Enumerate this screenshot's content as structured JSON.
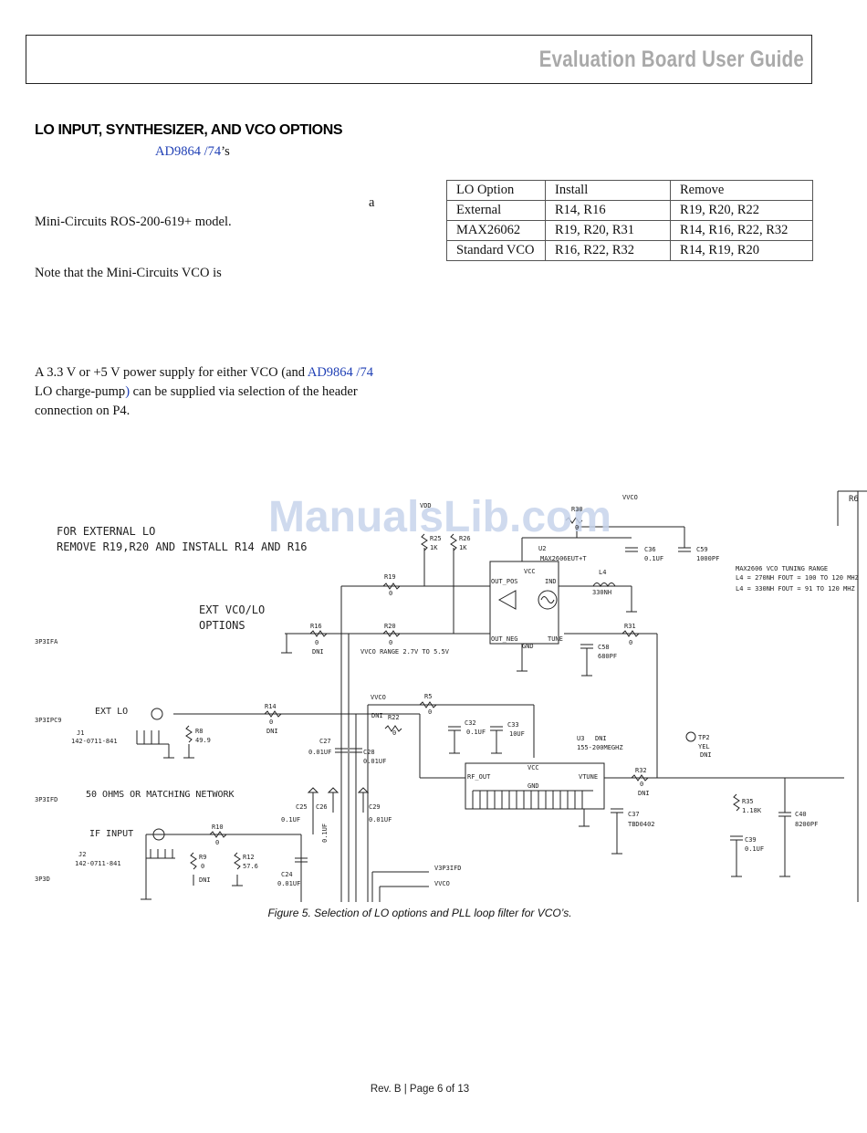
{
  "header": {
    "title": "Evaluation Board User Guide"
  },
  "section": {
    "heading": "LO INPUT, SYNTHESIZER, AND VCO OPTIONS",
    "line1_link": "AD9864 /74",
    "line1_suffix": "’s",
    "frag_a": "a",
    "line2": "Mini-Circuits ROS-200-619+ model.",
    "note": "Note that the Mini-Circuits VCO is",
    "para_p1": "A 3.3 V or +5 V power supply for either VCO (and ",
    "para_link": "AD9864 /74",
    "para_p2": "LO charge-pump",
    "para_paren": ")",
    "para_p3": " can be supplied via selection of the header",
    "para_p4": "connection on P4."
  },
  "table": {
    "headers": [
      "LO Option",
      "Install",
      "Remove"
    ],
    "rows": [
      [
        "External",
        "R14, R16",
        "R19, R20, R22"
      ],
      [
        "MAX26062",
        "R19, R20, R31",
        "R14, R16, R22, R32"
      ],
      [
        "Standard VCO",
        "R16, R22, R32",
        "R14, R19, R20"
      ]
    ]
  },
  "schematic": {
    "watermark": "ManualsLib.com",
    "note_ext_lo_1": "FOR EXTERNAL LO",
    "note_ext_lo_2": "REMOVE R19,R20 AND INSTALL R14 AND R16",
    "ext_vco_1": "EXT VCO/LO",
    "ext_vco_2": "OPTIONS",
    "ext_lo": "EXT LO",
    "fifty_ohms": "50 OHMS OR MATCHING NETWORK",
    "if_input": "IF INPUT",
    "j1": "J1",
    "j1_part": "142-0711-841",
    "j2": "J2",
    "j2_part": "142-0711-841",
    "u2": "U2",
    "u2_part": "MAX2606EUT+T",
    "u3": "U3",
    "u3_dni": "DNI",
    "u3_part": "155-200MEGHZ",
    "vcc": "VCC",
    "out_pos": "OUT_POS",
    "out_neg": "OUT_NEG",
    "ind": "IND",
    "tune": "TUNE",
    "gnd": "GND",
    "rf_out": "RF_OUT",
    "vtune": "VTUNE",
    "vvco": "VVCO",
    "vvco_range": "VVCO RANGE 2.7V TO 5.5V",
    "tuning_title": "MAX2606 VCO TUNING RANGE",
    "tuning_1": "L4 = 270NH  FOUT = 100 TO 120 MHZ",
    "tuning_2": "L4 = 330NH  FOUT = 91 TO 120 MHZ",
    "l4": "L4",
    "l4_val": "330NH",
    "tp2": "TP2",
    "tp2_val": "YEL",
    "tp2_dni": "DNI",
    "vdd": "VDD",
    "vvco_bottom": "VVCO",
    "net_3p3": "V3P3IFD",
    "left_nets": [
      "3P3IFA",
      "3P3IPC9",
      "3P3IFD",
      "3P3D"
    ],
    "right_tag": "R6",
    "components": {
      "r19": "R19",
      "r19v": "0",
      "r20": "R20",
      "r20v": "0",
      "r16": "R16",
      "r16v": "0",
      "r16d": "DNI",
      "r25": "R25",
      "r25v": "1K",
      "r26": "R26",
      "r26v": "1K",
      "r30": "R30",
      "r30v": "0",
      "r31": "R31",
      "r31v": "0",
      "r14": "R14",
      "r14v": "0",
      "r14d": "DNI",
      "r8": "R8",
      "r8v": "49.9",
      "r22": "R22",
      "r22v": "0",
      "r22d": "DNI",
      "r5": "R5",
      "r5v": "0",
      "r10": "R10",
      "r10v": "0",
      "r9": "R9",
      "r9v": "0",
      "r9d": "DNI",
      "r12": "R12",
      "r12v": "57.6",
      "r32": "R32",
      "r32v": "0",
      "r32d": "DNI",
      "r35": "R35",
      "r35v": "1.18K",
      "c36": "C36",
      "c36v": "0.1UF",
      "c59": "C59",
      "c59v": "1000PF",
      "c58": "C58",
      "c58v": "680PF",
      "c32": "C32",
      "c32v": "0.1UF",
      "c33": "C33",
      "c33v": "10UF",
      "c27": "C27",
      "c27v": "0.01UF",
      "c28": "C28",
      "c28v": "0.01UF",
      "c25": "C25",
      "c25v": "0.1UF",
      "c26": "C26",
      "c26v": "0.1UF",
      "c29": "C29",
      "c29v": "0.01UF",
      "c24": "C24",
      "c24v": "0.01UF",
      "c37": "C37",
      "c37v": "TBD0402",
      "c39": "C39",
      "c39v": "0.1UF",
      "c40": "C40",
      "c40v": "8200PF"
    }
  },
  "figure_caption": "Figure 5.  Selection of LO options and PLL loop filter for VCO’s.",
  "footer": "Rev. B | Page 6 of 13"
}
